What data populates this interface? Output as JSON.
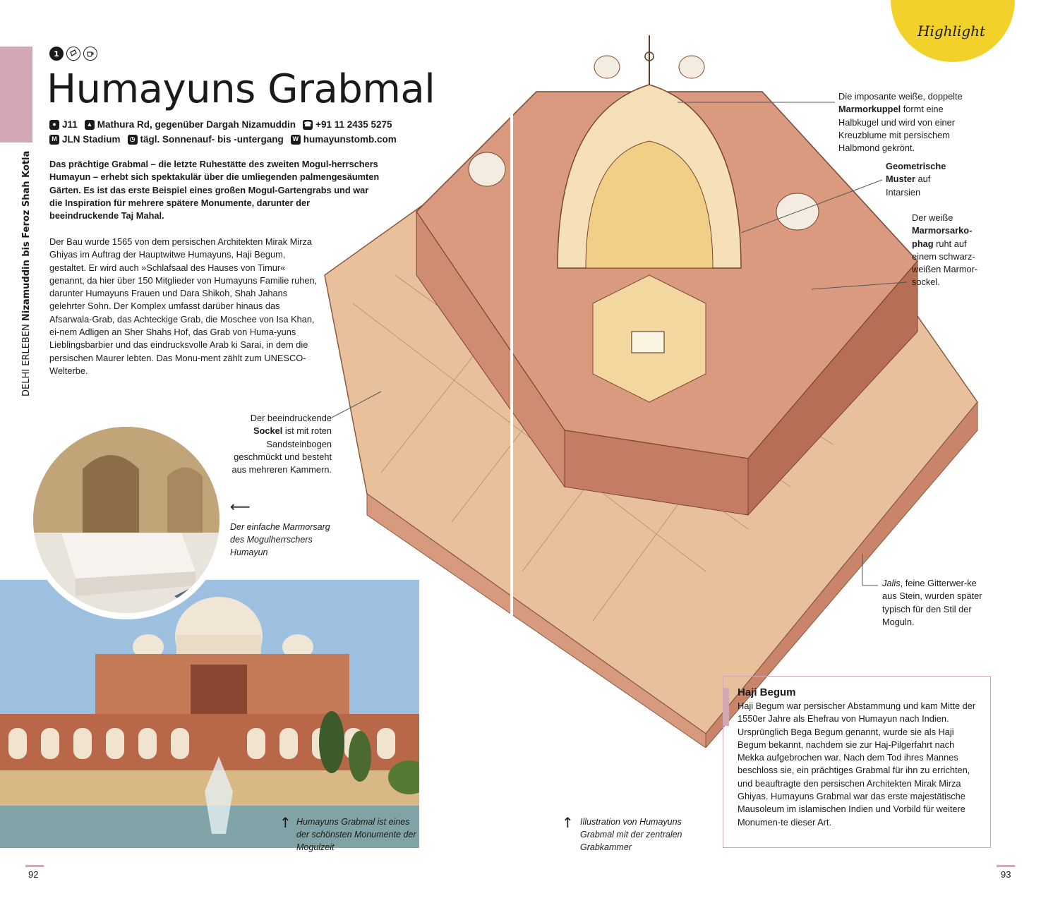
{
  "side": {
    "section": "DELHI ERLEBEN",
    "area": "Nizamuddin bis Feroz Shah Kotla"
  },
  "header": {
    "icons": [
      "1",
      "ticket-icon",
      "cafe-icon"
    ],
    "title": "Humayuns Grabmal"
  },
  "info": {
    "grid": "J11",
    "address": "Mathura Rd, gegenüber Dargah Nizamuddin",
    "phone": "+91 11 2435 5275",
    "metro": "JLN Stadium",
    "hours": "tägl. Sonnenauf- bis -untergang",
    "web": "humayunstomb.com"
  },
  "intro": "Das prächtige Grabmal – die letzte Ruhestätte des zweiten Mogul-herrschers Humayun – erhebt sich spektakulär über die umliegenden palmengesäumten Gärten. Es ist das erste Beispiel eines großen Mogul-Gartengrabs und war die Inspiration für mehrere spätere Monumente, darunter der beeindruckende Taj Mahal.",
  "body": "Der Bau wurde 1565 von dem persischen Architekten Mirak Mirza Ghiyas im Auftrag der Hauptwitwe Humayuns, Haji Begum, gestaltet. Er wird auch »Schlafsaal des Hauses von Timur« genannt, da hier über 150 Mitglieder von Humayuns Familie ruhen, darunter Humayuns Frauen und Dara Shikoh, Shah Jahans gelehrter Sohn. Der Komplex umfasst darüber hinaus das Afsarwala-Grab, das Achteckige Grab, die Moschee von Isa Khan, ei-nem Adligen an Sher Shahs Hof, das Grab von Huma-yuns Lieblingsbarbier und das eindrucksvolle Arab ki Sarai, in dem die persischen Maurer lebten. Das Monu-ment zählt zum UNESCO-Welterbe.",
  "captions": {
    "sarcophagus": "Der einfache Marmorsarg des Mogulherrschers Humayun",
    "photo": "Humayuns Grabmal ist eines der schönsten Monumente der Mogulzeit",
    "illustration": "Illustration von Humayuns Grabmal mit der zentralen Grabkammer"
  },
  "annotations": {
    "sockel": {
      "pre": "Der beeindruckende",
      "bold": "Sockel",
      "post": "ist mit roten Sandsteinbogen geschmückt und besteht aus mehreren Kammern."
    },
    "kuppel": {
      "pre": "Die imposante weiße, doppelte",
      "bold": "Marmorkuppel",
      "post": "formt eine Halbkugel und wird von einer Kreuzblume mit persischem Halbmond gekrönt."
    },
    "muster": {
      "bold": "Geometrische Muster",
      "post": "auf Intarsien"
    },
    "sarko": {
      "pre": "Der weiße",
      "bold": "Marmorsarko-phag",
      "post": "ruht auf einem schwarz-weißen Marmor-sockel."
    },
    "jalis": {
      "italic": "Jalis",
      "post": ", feine Gitterwer-ke aus Stein, wurden später typisch für den Stil der Moguln."
    }
  },
  "highlight": "Highlight",
  "infobox": {
    "title": "Haji Begum",
    "text": "Haji Begum war persischer Abstammung und kam Mitte der 1550er Jahre als Ehefrau von Humayun nach Indien. Ursprünglich Bega Begum genannt, wurde sie als Haji Begum bekannt, nachdem sie zur Haj-Pilgerfahrt nach Mekka aufgebrochen war. Nach dem Tod ihres Mannes beschloss sie, ein prächtiges Grabmal für ihn zu errichten, und beauftragte den persischen Architekten Mirak Mirza Ghiyas. Humayuns Grabmal war das erste majestätische Mausoleum im islamischen Indien und Vorbild für weitere Monumen-te dieser Art."
  },
  "pages": {
    "left": "92",
    "right": "93"
  },
  "colors": {
    "accent": "#d3a7b3",
    "highlight": "#f2d22a",
    "sandstone": "#c9826a"
  }
}
